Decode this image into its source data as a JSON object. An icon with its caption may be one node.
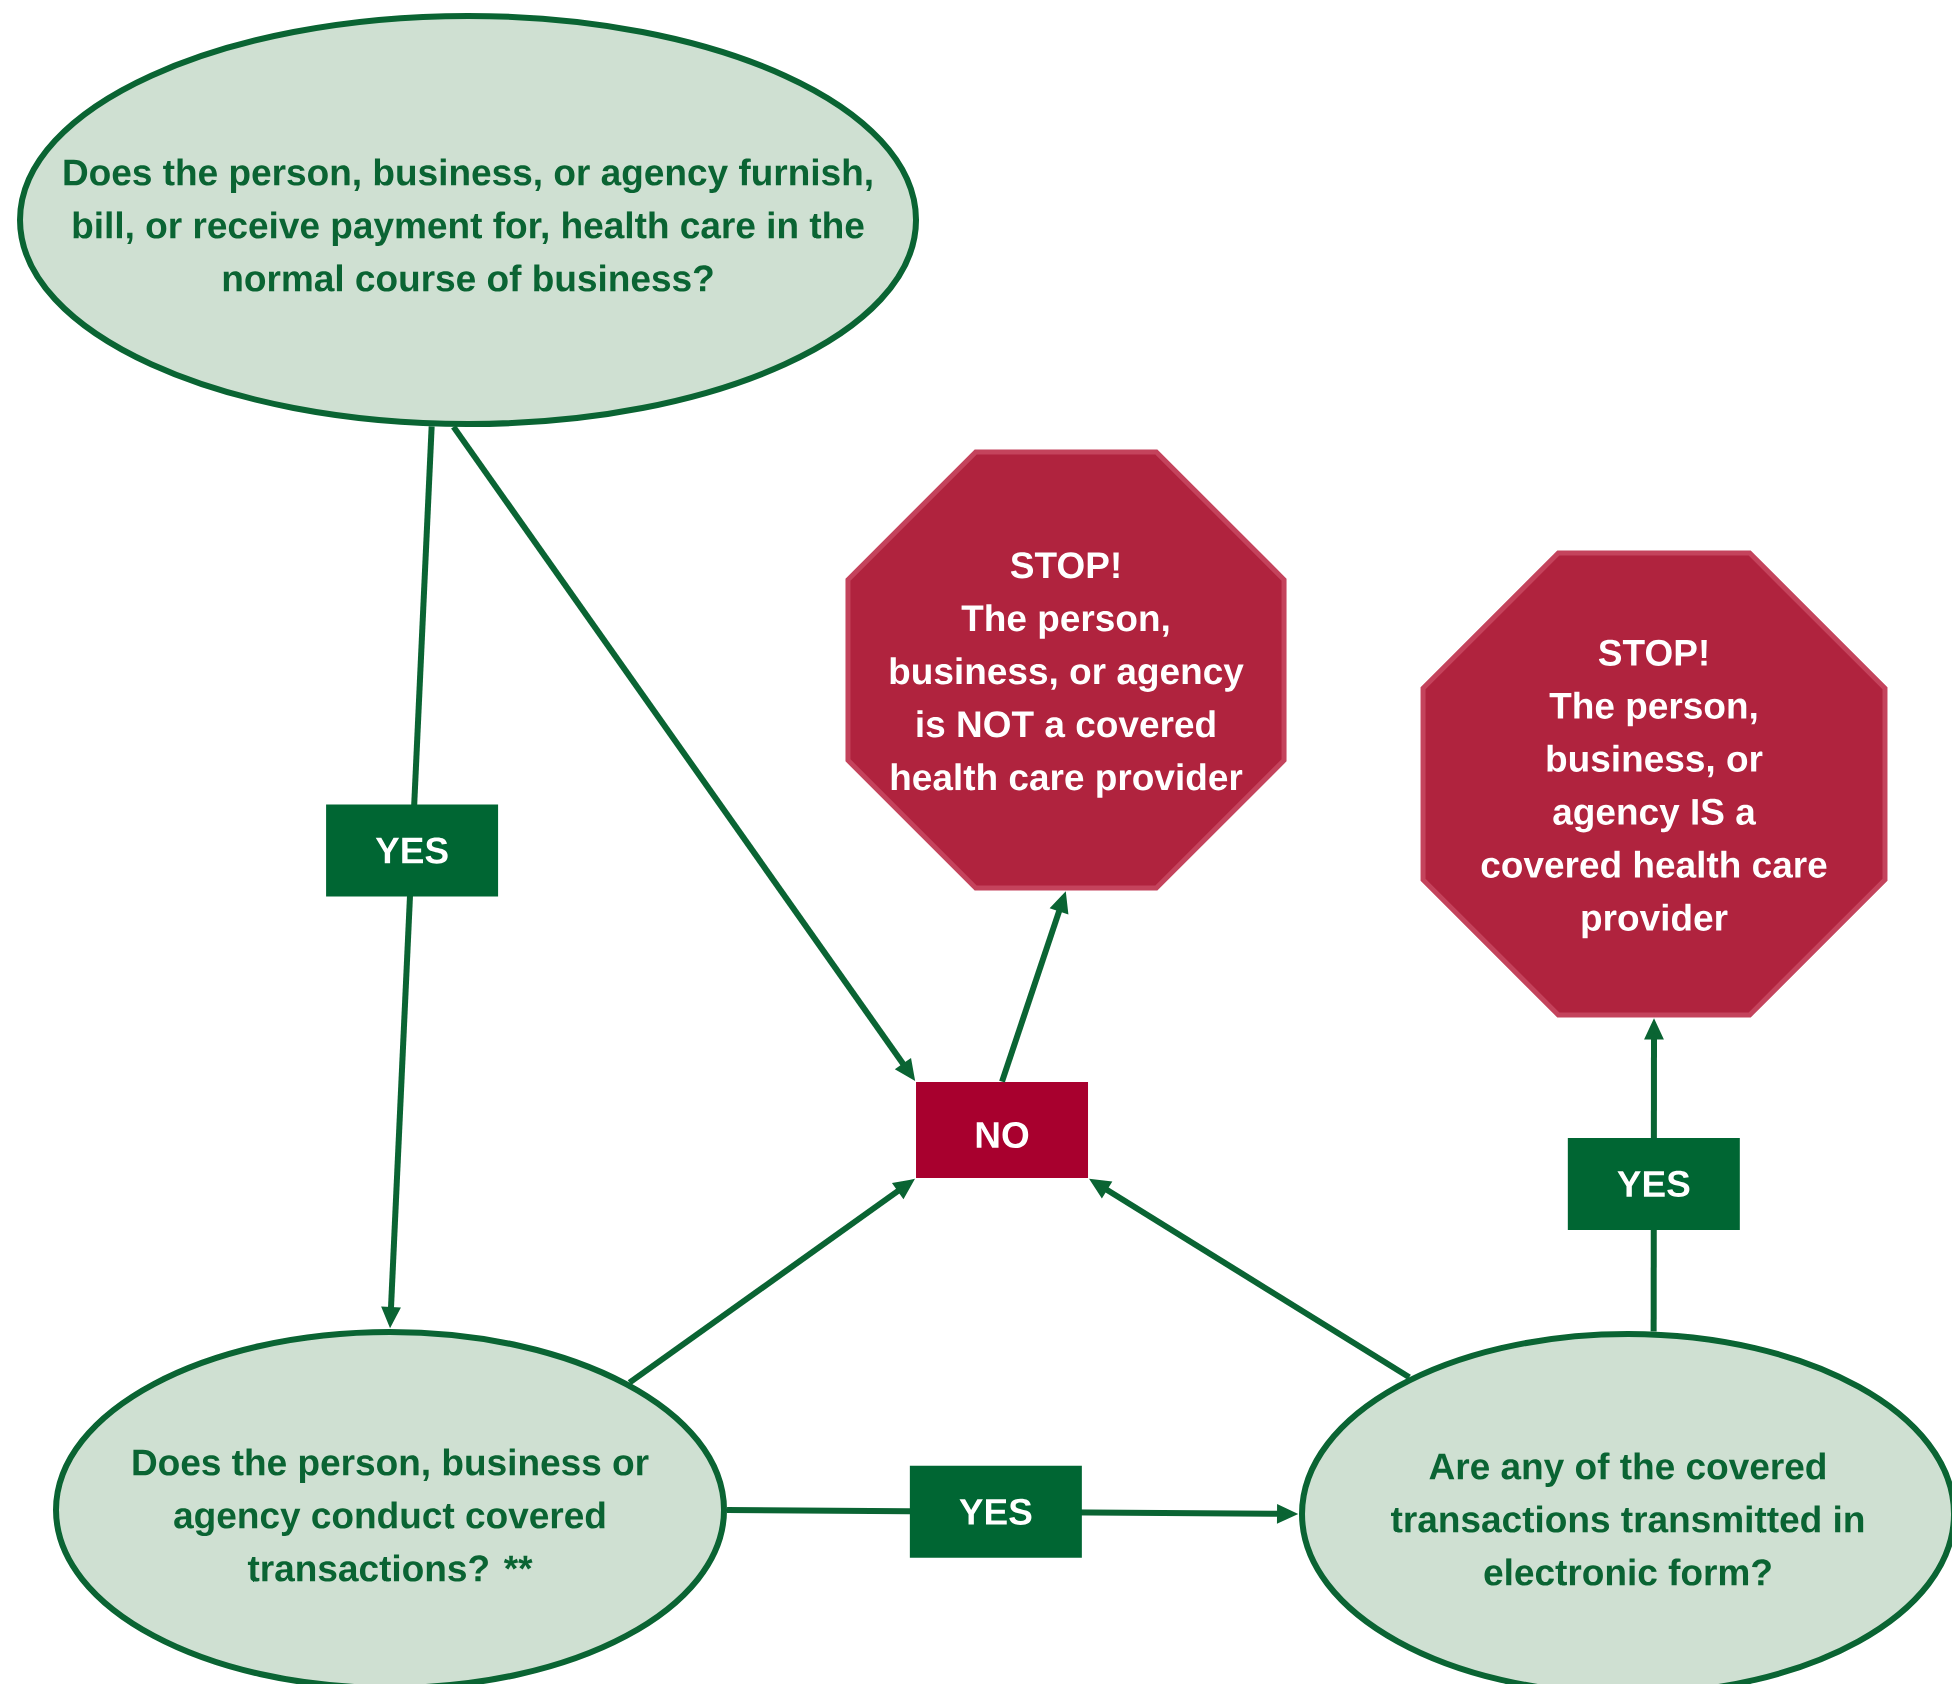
{
  "diagram": {
    "nodes": [
      {
        "text": [
          "Does the person, business, or agency furnish, bill, or receive payment for, health care in the normal course of business?"
        ]
      },
      {
        "text": [
          "STOP!",
          "The person, business, or agency is NOT a covered health care provider"
        ]
      },
      {
        "text": [
          "STOP!",
          "The person, business, or agency IS a covered health care provider"
        ]
      },
      {
        "text": [
          "NO"
        ]
      },
      {
        "text": [
          "Does the person, business or agency conduct covered transactions? **"
        ]
      },
      {
        "text": [
          "Are any of the covered transactions transmitted in electronic form?"
        ]
      }
    ],
    "edges": [
      {
        "from": 0,
        "to": 4,
        "arrow": "to",
        "label": "YES"
      },
      {
        "from": 0,
        "to": 3,
        "arrow": "to"
      },
      {
        "from": 4,
        "to": 3,
        "arrow": "to"
      },
      {
        "from": 4,
        "to": 5,
        "arrow": "to",
        "label": "YES"
      },
      {
        "from": 5,
        "to": 3,
        "arrow": "to"
      },
      {
        "from": 3,
        "to": 1,
        "arrow": "to"
      },
      {
        "from": 5,
        "to": 2,
        "arrow": "to",
        "label": "YES"
      }
    ]
  }
}
